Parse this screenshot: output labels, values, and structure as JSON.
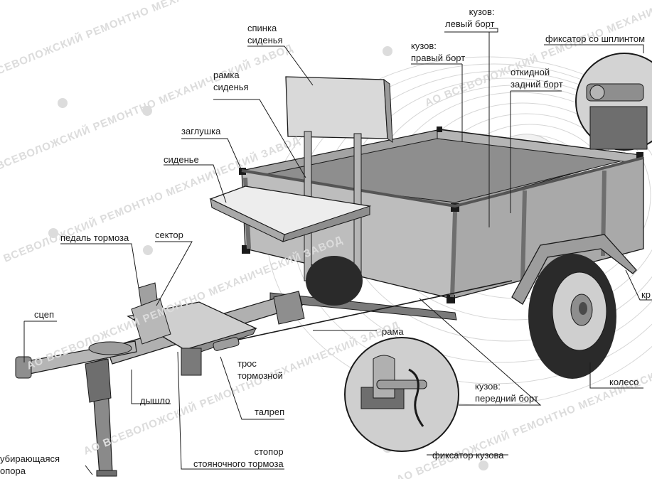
{
  "watermark": {
    "text": "АО ВСЕВОЛОЖСКИЙ РЕМОНТНО МЕХАНИЧЕСКИЙ ЗАВОД",
    "color": "#dcdcdc"
  },
  "colors": {
    "metal_light": "#c9c9c9",
    "metal_mid": "#9d9d9d",
    "metal_dark": "#6e6e6e",
    "tire": "#2a2a2a",
    "line": "#1a1a1a",
    "contour": "#d6d6d6"
  },
  "labels": {
    "body_left_side": [
      "кузов:",
      "левый борт"
    ],
    "body_right_side": [
      "кузов:",
      "правый борт"
    ],
    "tail_gate": [
      "откидной",
      "задний борт"
    ],
    "pin_lock": "фиксатор со шплинтом",
    "seat_back": [
      "спинка",
      "сиденья"
    ],
    "seat_frame": [
      "рамка",
      "сиденья"
    ],
    "plug": "заглушка",
    "seat": "сиденье",
    "sector": "сектор",
    "brake_pedal": "педаль тормоза",
    "hitch": "сцеп",
    "frame": "рама",
    "fender": "кр",
    "brake_cable": [
      "трос",
      "тормозной"
    ],
    "drawbar": "дышло",
    "turnbuckle": "талреп",
    "wheel": "колесо",
    "front_side": [
      "кузов:",
      "передний борт"
    ],
    "parking_brake": [
      "стопор",
      "стояночного тормоза"
    ],
    "body_lock": "фиксатор кузова",
    "support_leg": [
      "убирающаяся",
      "опора"
    ]
  }
}
